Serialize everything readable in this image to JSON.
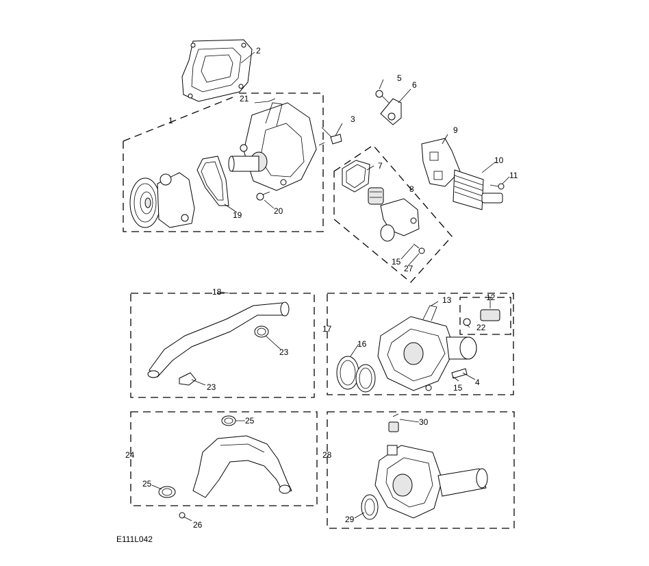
{
  "figure_code": "E111L042",
  "callouts": {
    "c1": "1",
    "c2": "2",
    "c3": "3",
    "c4": "4",
    "c5": "5",
    "c6": "6",
    "c7": "7",
    "c8": "8",
    "c9": "9",
    "c10": "10",
    "c11": "11",
    "c12": "12",
    "c13": "13",
    "c15a": "15",
    "c15b": "15",
    "c16": "16",
    "c17": "17",
    "c18": "18",
    "c19": "19",
    "c20": "20",
    "c21": "21",
    "c22": "22",
    "c23a": "23",
    "c23b": "23",
    "c24": "24",
    "c25a": "25",
    "c25b": "25",
    "c26": "26",
    "c27": "27",
    "c28": "28",
    "c29": "29",
    "c30": "30"
  }
}
